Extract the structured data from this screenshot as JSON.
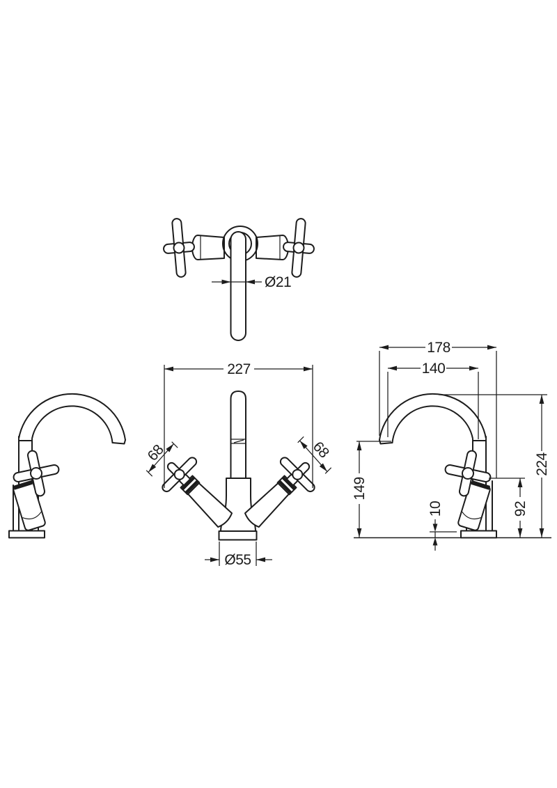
{
  "drawing": {
    "kind": "technical drawing, basin mixer tap, four orthographic views",
    "colors": {
      "line": "#1c1c1c",
      "background": "#ffffff"
    }
  },
  "views": {
    "top": {
      "name": "top view",
      "dims": {
        "spout_diameter": "Ø21"
      }
    },
    "front": {
      "name": "front view",
      "dims": {
        "overall_width": "227",
        "left_handle_span": "68",
        "right_handle_span": "68",
        "base_diameter": "Ø55"
      }
    },
    "side": {
      "name": "side view",
      "dims": {
        "overall_depth": "178",
        "spout_reach": "140",
        "overall_height": "224",
        "spout_outlet_height": "149",
        "handle_height": "92",
        "base_plate_thickness": "10"
      }
    },
    "left": {
      "name": "left side view"
    }
  }
}
